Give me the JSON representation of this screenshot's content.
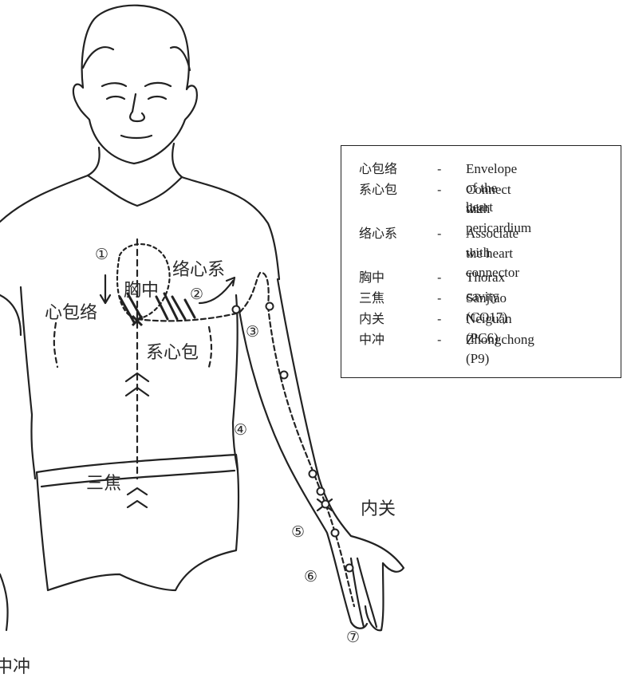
{
  "labels": {
    "xinbaoluo": "心包络",
    "xiongzhong": "胸中",
    "luoxinxi": "络心系",
    "xixinbao": "系心包",
    "sanjiao": "三焦",
    "neiguan": "内关",
    "zhongchong": "中冲"
  },
  "numbers": [
    "①",
    "②",
    "③",
    "④",
    "⑤",
    "⑥",
    "⑦"
  ],
  "legend": [
    {
      "term": "心包络",
      "meaning": "Envelope of the heart",
      "meaning2": ""
    },
    {
      "term": "系心包",
      "meaning": "Connect with",
      "meaning2": "the pericardium"
    },
    {
      "term": "络心系",
      "meaning": "Associate with",
      "meaning2": "the heart connector"
    },
    {
      "term": "胸中",
      "meaning": "Thorax cavity",
      "meaning2": ""
    },
    {
      "term": "三焦",
      "meaning": "Sānjiāo (CO17)",
      "meaning2": ""
    },
    {
      "term": "内关",
      "meaning": "Nèiguān (PC6)",
      "meaning2": ""
    },
    {
      "term": "中冲",
      "meaning": "Zhongchong (P9)",
      "meaning2": ""
    }
  ],
  "legend_dash": "-"
}
